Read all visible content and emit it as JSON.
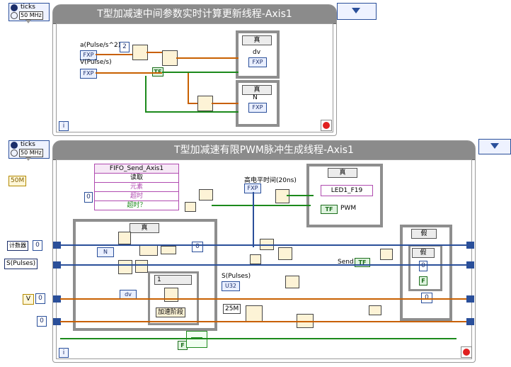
{
  "timer_top": {
    "label": "ticks",
    "clock": "50 MHz"
  },
  "timer_bottom": {
    "label": "ticks",
    "clock": "50 MHz"
  },
  "loop1": {
    "title": "T型加减速中间参数实时计算更新线程-Axis1",
    "input_a": "a(Pulse/s^2)",
    "input_v": "V(Pulse/s)",
    "const_2": "2",
    "fxp": "FXP",
    "tf": "TF",
    "case1_selector": "真",
    "case1_out": "dv",
    "case2_selector": "真",
    "case2_out": "N",
    "loop_i": "i"
  },
  "clock_const": "50M",
  "loop2": {
    "title": "T型加减速有限PWM脉冲生成线程-Axis1",
    "fifo_name": "FIFO_Send_Axis1",
    "fifo_rows": [
      "读取",
      "元素",
      "超时",
      "超时？"
    ],
    "const_0": "0",
    "high_level_label": "高电平时间(20ns)",
    "fxp": "FXP",
    "led_selector": "真",
    "led_name": "LED1_F19",
    "pwm_label": "PWM",
    "tf": "TF",
    "counter_label": "计数器",
    "counter_value": "0",
    "s_pulses_ctrl": "S(Pulses)",
    "v_label": "V",
    "v_value": "0",
    "zero_left": "0",
    "inner_case_selector": "真",
    "n_label": "N",
    "dv_label": "dv",
    "stage_selector": "1",
    "stage_label": "加速阶段",
    "s_pulses_label": "S(Pulses)",
    "u32": "U32",
    "const_25m": "25M",
    "zero_right": "0",
    "send_label": "Send",
    "false_selector_outer": "假",
    "false_selector_inner": "假",
    "const_0_inner": "0",
    "const_0_bottom": "0",
    "f_bool": "F",
    "loop_i": "i"
  }
}
